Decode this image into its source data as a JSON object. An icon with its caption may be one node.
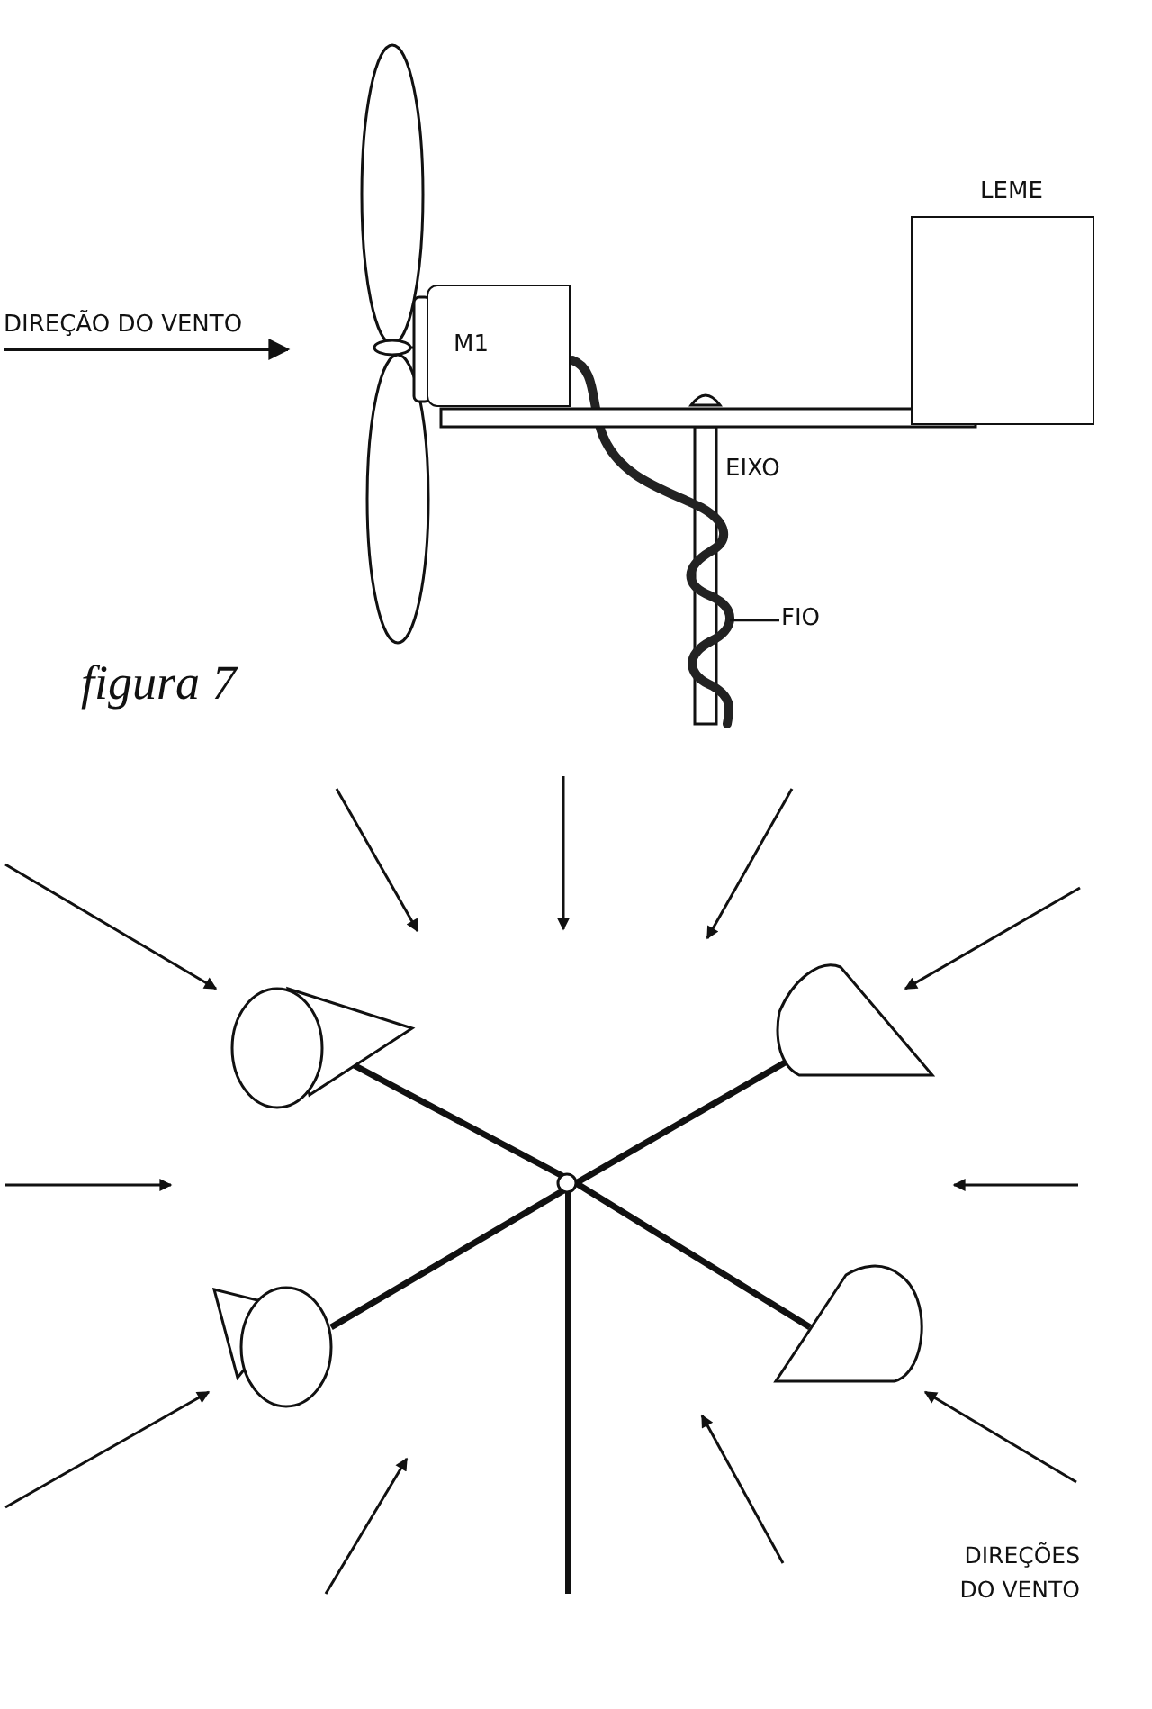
{
  "diagram": {
    "caption": "figura 7",
    "nodes": [
      {
        "text": [
          "M1"
        ]
      },
      {
        "text": [
          "LEME"
        ]
      },
      {
        "text": [
          "FIO"
        ]
      },
      {
        "text": [],
        "shape": "picture"
      }
    ],
    "edges": [
      {
        "from": 2,
        "to": 3,
        "arrow": "none"
      }
    ],
    "labels": [
      "DIREÇÃO DO VENTO",
      "EIXO",
      "DIREÇÕES DO VENTO"
    ]
  }
}
